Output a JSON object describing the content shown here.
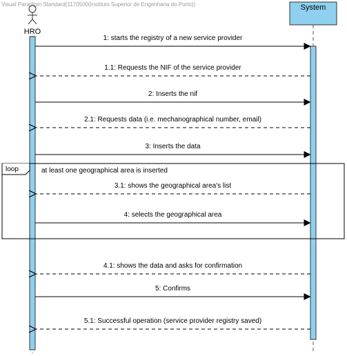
{
  "watermark": "Visual Paradigm Standard(1170500(Instituto Superior de Engenharia do Porto))",
  "actor": {
    "name": "HRO"
  },
  "system": {
    "name": "System"
  },
  "colors": {
    "bar": "#8fd0f0",
    "system_box": "#8fd0f0",
    "line": "#000000",
    "stroke": "#333333"
  },
  "loop": {
    "label": "loop",
    "guard": "at least one geographical area is inserted"
  },
  "messages": [
    {
      "text": "1: starts the registry of a new service provider",
      "dir": "right",
      "type": "sync"
    },
    {
      "text": "1.1: Requests the NIF of the service provider",
      "dir": "left",
      "type": "return"
    },
    {
      "text": "2: Inserts the nif",
      "dir": "right",
      "type": "sync"
    },
    {
      "text": "2.1: Requests data (i.e. mechanographical number, email)",
      "dir": "left",
      "type": "return"
    },
    {
      "text": "3: Inserts the data",
      "dir": "right",
      "type": "sync"
    },
    {
      "text": "3.1: shows the geographical area's list",
      "dir": "left",
      "type": "return"
    },
    {
      "text": "4: selects the geographical area",
      "dir": "right",
      "type": "sync"
    },
    {
      "text": "4.1: shows the data and asks for confirmation",
      "dir": "left",
      "type": "return"
    },
    {
      "text": "5: Confirms",
      "dir": "right",
      "type": "sync"
    },
    {
      "text": "5.1: Successful operation (service provider registry saved)",
      "dir": "left",
      "type": "return"
    }
  ]
}
